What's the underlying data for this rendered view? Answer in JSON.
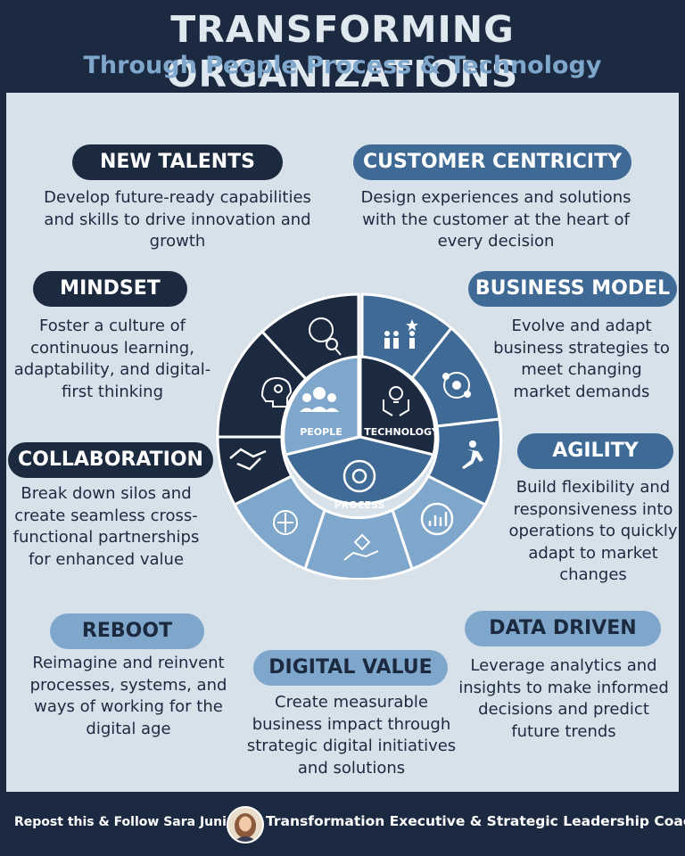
{
  "header": {
    "title": "TRANSFORMING ORGANIZATIONS",
    "subtitle": "Through People Process & Technology"
  },
  "sections": {
    "new_talents": {
      "label": "NEW TALENTS",
      "description": "Develop future-ready capabilities and skills to drive innovation and growth"
    },
    "customer_centricity": {
      "label": "CUSTOMER CENTRICITY",
      "description": "Design experiences and solutions with the customer at the heart of every decision"
    },
    "mindset": {
      "label": "MINDSET",
      "description": "Foster a culture of continuous learning, adaptability, and digital-first thinking"
    },
    "business_model": {
      "label": "BUSINESS MODEL",
      "description": "Evolve and adapt business strategies to meet changing market demands"
    },
    "collaboration": {
      "label": "COLLABORATION",
      "description": "Break down silos and create seamless cross-functional partnerships for enhanced value"
    },
    "agility": {
      "label": "AGILITY",
      "description": "Build flexibility and responsiveness into operations to quickly adapt to market changes"
    },
    "reboot": {
      "label": "REBOOT",
      "description": "Reimagine and reinvent processes, systems, and ways of working for the digital age"
    },
    "digital_value": {
      "label": "DIGITAL VALUE",
      "description": "Create measurable business impact through strategic digital initiatives and solutions"
    },
    "data_driven": {
      "label": "DATA DRIVEN",
      "description": "Leverage analytics and insights to make informed decisions and predict future trends"
    }
  },
  "center": {
    "people": "PEOPLE",
    "technology": "TECHNOLOGY",
    "process": "PROCESS"
  },
  "footer": {
    "left_text": "Repost this & Follow Sara Junio",
    "right_text": "Transformation Executive & Strategic Leadership Coach"
  },
  "colors": {
    "dark": "#1c2a40",
    "mid": "#3e6a95",
    "light": "#7fa7cb",
    "panel": "#d7e1ea"
  },
  "icons": {
    "people_ring": [
      "handshake-icon",
      "head-gears-icon",
      "head-lightbulb-icon"
    ],
    "technology_ring": [
      "people-star-icon",
      "network-cycle-icon",
      "runner-icon"
    ],
    "process_ring": [
      "chart-gear-icon",
      "hand-diamond-icon",
      "brain-circuit-icon"
    ],
    "center": [
      "people-group-icon",
      "hands-lightbulb-icon",
      "gear-cycle-icon"
    ]
  }
}
